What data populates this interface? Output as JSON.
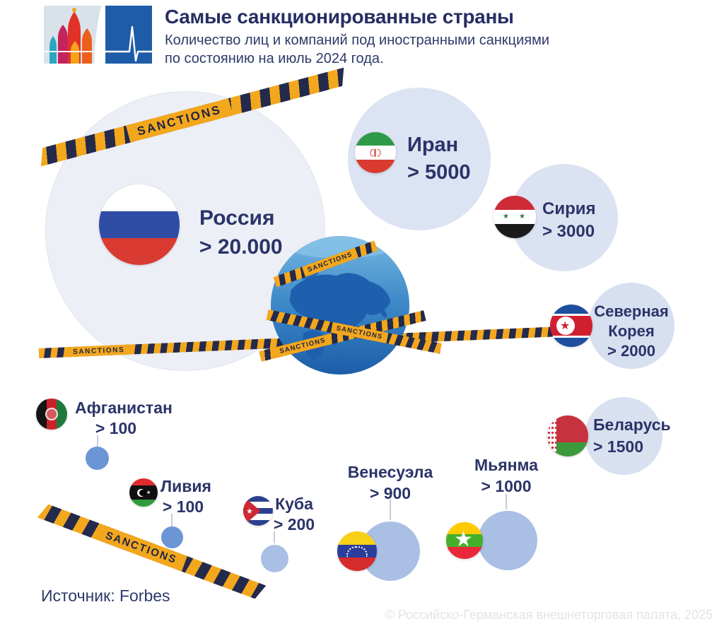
{
  "header": {
    "title": "Самые санкционированные страны",
    "subtitle_line1": "Количество лиц и компаний под иностранными санкциями",
    "subtitle_line2": "по состоянию на июль 2024 года."
  },
  "tape": {
    "label": "SANCTIONS"
  },
  "countries": {
    "russia": {
      "name": "Россия",
      "value": "> 20.000"
    },
    "iran": {
      "name": "Иран",
      "value": "> 5000"
    },
    "syria": {
      "name": "Сирия",
      "value": "> 3000"
    },
    "north_korea": {
      "name_line1": "Северная",
      "name_line2": "Корея",
      "value": "> 2000"
    },
    "belarus": {
      "name": "Беларусь",
      "value": "> 1500"
    },
    "myanmar": {
      "name": "Мьянма",
      "value": "> 1000"
    },
    "venezuela": {
      "name": "Венесуэла",
      "value": "> 900"
    },
    "cuba": {
      "name": "Куба",
      "value": "> 200"
    },
    "libya": {
      "name": "Ливия",
      "value": "> 100"
    },
    "afghanistan": {
      "name": "Афганистан",
      "value": "> 100"
    }
  },
  "source": {
    "label": "Источник: Forbes"
  },
  "footer": {
    "copyright": "© Российско-Германская внешнеторговая палата, 2025"
  },
  "colors": {
    "tape_yellow": "#f3a71d",
    "tape_dark": "#232a4c",
    "text_navy": "#2b3468",
    "bubble_large": "#edeff6",
    "bubble_medium": "#dce3f2",
    "bubble_small_light": "#aabfe4",
    "bubble_small_dark": "#6c95d5"
  },
  "chart_data": {
    "type": "bubble",
    "title": "Самые санкционированные страны",
    "subtitle": "Количество лиц и компаний под иностранными санкциями по состоянию на июль 2024 года.",
    "value_meaning": "лица и компании под иностранными санкциями",
    "points": [
      {
        "country": "Россия",
        "label": "> 20.000",
        "min_value": 20000
      },
      {
        "country": "Иран",
        "label": "> 5000",
        "min_value": 5000
      },
      {
        "country": "Сирия",
        "label": "> 3000",
        "min_value": 3000
      },
      {
        "country": "Северная Корея",
        "label": "> 2000",
        "min_value": 2000
      },
      {
        "country": "Беларусь",
        "label": "> 1500",
        "min_value": 1500
      },
      {
        "country": "Мьянма",
        "label": "> 1000",
        "min_value": 1000
      },
      {
        "country": "Венесуэла",
        "label": "> 900",
        "min_value": 900
      },
      {
        "country": "Куба",
        "label": "> 200",
        "min_value": 200
      },
      {
        "country": "Ливия",
        "label": "> 100",
        "min_value": 100
      },
      {
        "country": "Афганистан",
        "label": "> 100",
        "min_value": 100
      }
    ],
    "source": "Forbes"
  }
}
